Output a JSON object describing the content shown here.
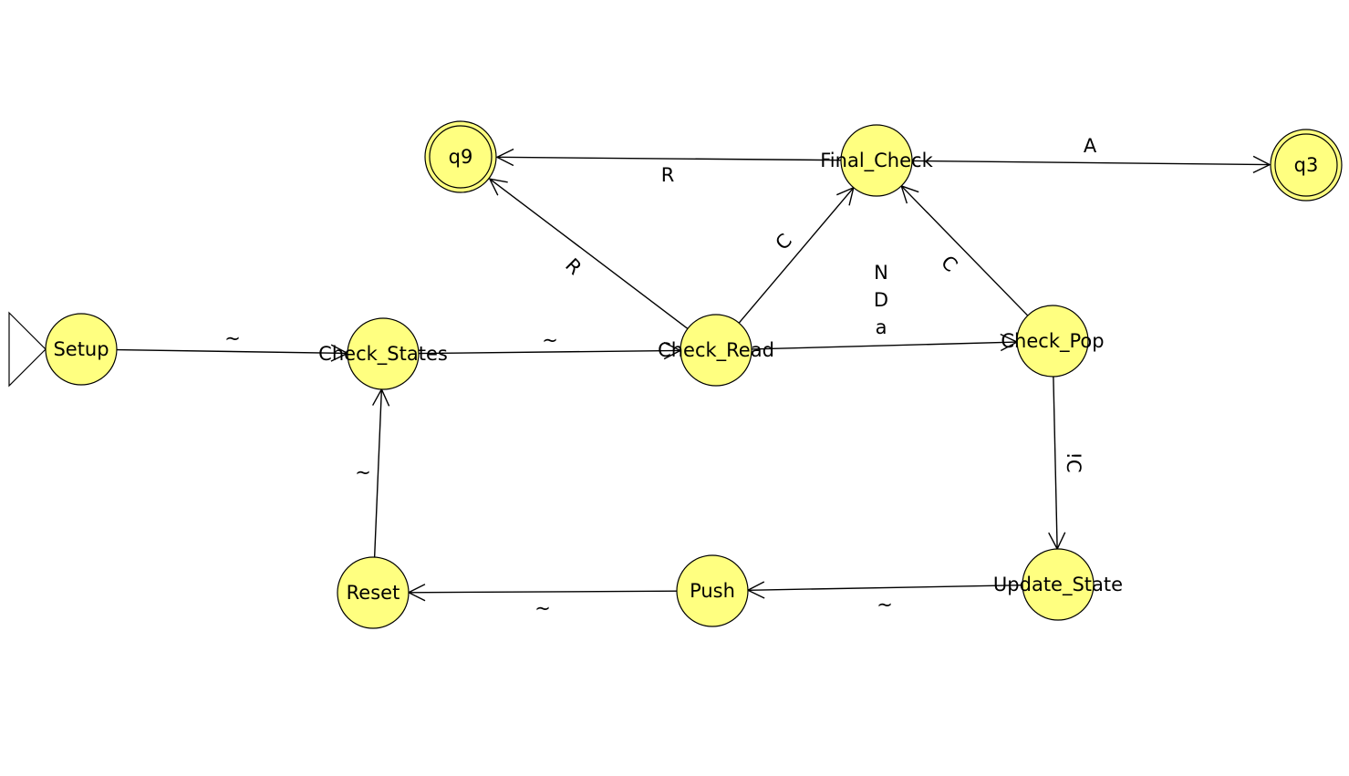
{
  "diagram": {
    "type": "finite-state-automaton",
    "colors": {
      "state_fill": "#ffff80",
      "stroke": "#000000",
      "background": "#ffffff"
    },
    "states": [
      {
        "id": "setup",
        "label": "Setup",
        "initial": true,
        "accepting": false
      },
      {
        "id": "check_states",
        "label": "Check_States",
        "initial": false,
        "accepting": false
      },
      {
        "id": "check_read",
        "label": "Check_Read",
        "initial": false,
        "accepting": false
      },
      {
        "id": "check_pop",
        "label": "Check_Pop",
        "initial": false,
        "accepting": false
      },
      {
        "id": "final_check",
        "label": "Final_Check",
        "initial": false,
        "accepting": false
      },
      {
        "id": "q9",
        "label": "q9",
        "initial": false,
        "accepting": true
      },
      {
        "id": "q3",
        "label": "q3",
        "initial": false,
        "accepting": true
      },
      {
        "id": "update_state",
        "label": "Update_State",
        "initial": false,
        "accepting": false
      },
      {
        "id": "push",
        "label": "Push",
        "initial": false,
        "accepting": false
      },
      {
        "id": "reset",
        "label": "Reset",
        "initial": false,
        "accepting": false
      }
    ],
    "transitions": [
      {
        "from": "setup",
        "to": "check_states",
        "label": "~"
      },
      {
        "from": "check_states",
        "to": "check_read",
        "label": "~"
      },
      {
        "from": "check_read",
        "to": "check_pop",
        "label": "N\nD\na"
      },
      {
        "from": "check_read",
        "to": "final_check",
        "label": "C"
      },
      {
        "from": "check_read",
        "to": "q9",
        "label": "R"
      },
      {
        "from": "final_check",
        "to": "q9",
        "label": "R"
      },
      {
        "from": "final_check",
        "to": "q3",
        "label": "A"
      },
      {
        "from": "check_pop",
        "to": "final_check",
        "label": "C"
      },
      {
        "from": "check_pop",
        "to": "update_state",
        "label": "!C"
      },
      {
        "from": "update_state",
        "to": "push",
        "label": "~"
      },
      {
        "from": "push",
        "to": "reset",
        "label": "~"
      },
      {
        "from": "reset",
        "to": "check_states",
        "label": "~"
      }
    ]
  }
}
